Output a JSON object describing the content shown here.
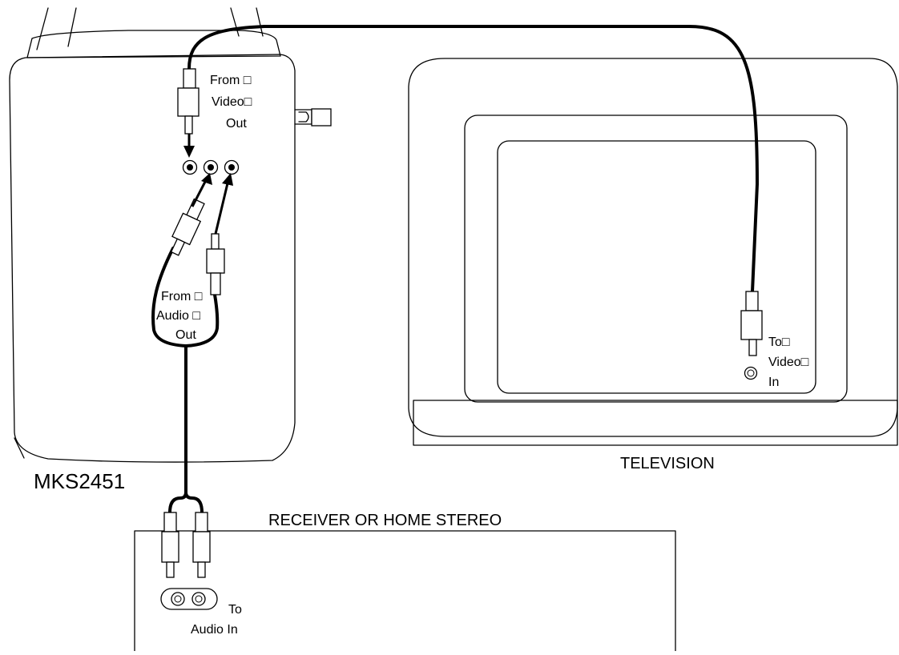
{
  "diagram": {
    "device_label": "MKS2451",
    "receiver_label": "RECEIVER OR HOME STEREO",
    "television_label": "TELEVISION",
    "from_video_out": [
      "From □",
      "Video□",
      "Out"
    ],
    "from_audio_out": [
      "From □",
      "Audio □",
      "Out"
    ],
    "to_video_in": [
      "To□",
      "Video□",
      "In"
    ],
    "to_audio_in": [
      "To",
      "Audio In"
    ]
  }
}
